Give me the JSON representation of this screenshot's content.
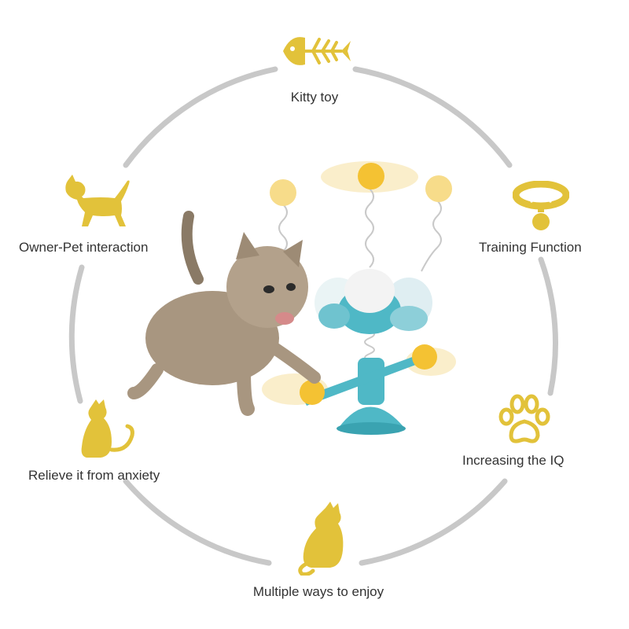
{
  "colors": {
    "ring": "#c8c8c8",
    "icon": "#e2c23a",
    "toy_teal": "#4fb8c6",
    "ball_yellow": "#f4c233",
    "text": "#333333"
  },
  "features": [
    {
      "label": "Kitty toy",
      "icon": "fish-bone-icon"
    },
    {
      "label": "Owner-Pet interaction",
      "icon": "cat-standing-icon"
    },
    {
      "label": "Training Function",
      "icon": "collar-icon"
    },
    {
      "label": "Increasing the IQ",
      "icon": "paw-print-icon"
    },
    {
      "label": "Relieve it from anxiety",
      "icon": "cat-sitting-icon"
    },
    {
      "label": "Multiple ways to enjoy",
      "icon": "cat-sitting-icon"
    }
  ]
}
